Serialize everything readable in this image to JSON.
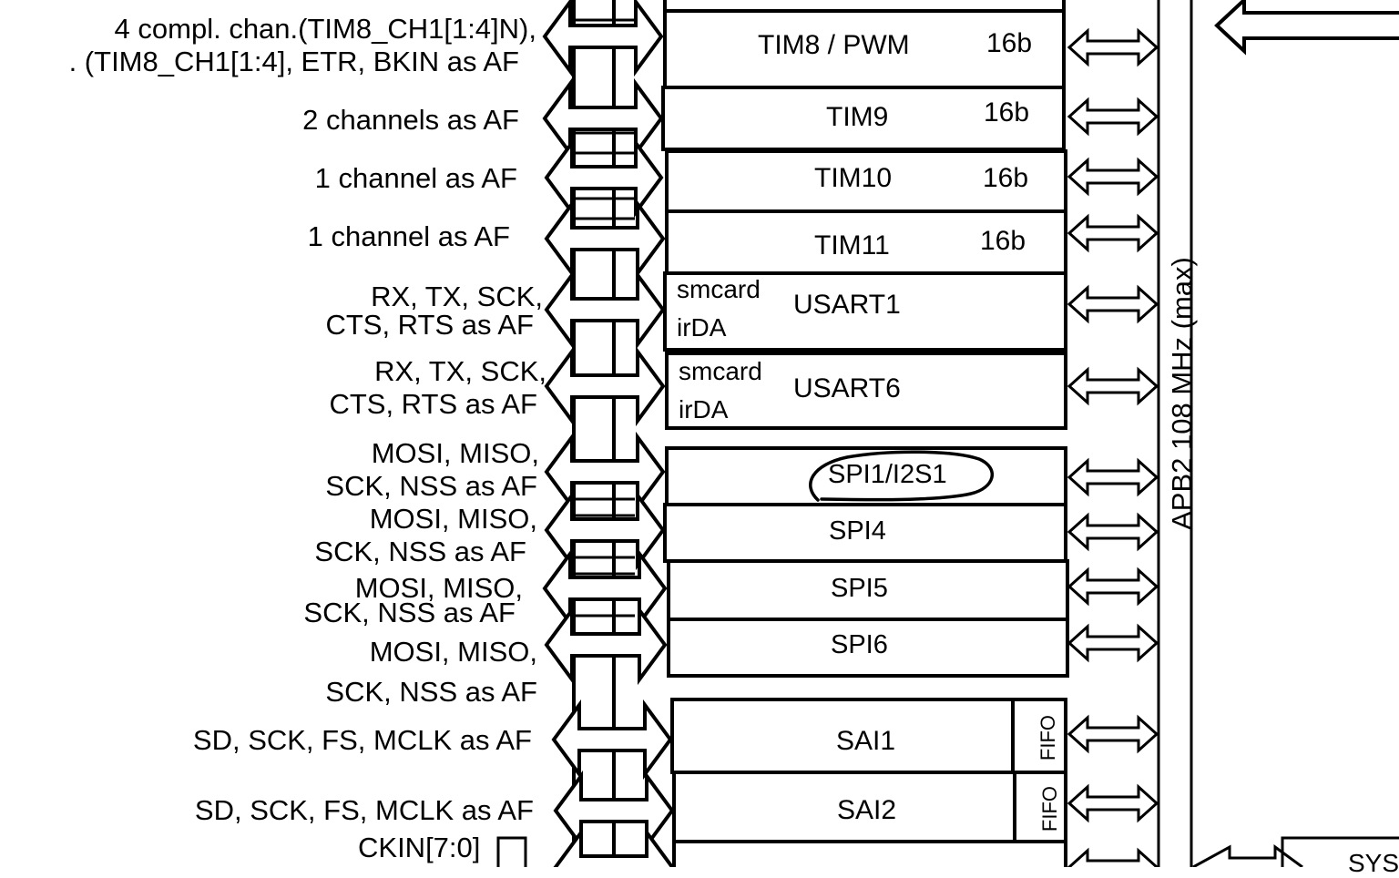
{
  "pin_labels": [
    {
      "lines": [
        "4 compl. chan.(TIM8_CH1[1:4]N),",
        ". (TIM8_CH1[1:4], ETR, BKIN as AF"
      ]
    },
    {
      "lines": [
        "2 channels as AF"
      ]
    },
    {
      "lines": [
        "1 channel  as AF"
      ]
    },
    {
      "lines": [
        "1 channel  as AF"
      ]
    },
    {
      "lines": [
        "RX, TX, SCK,",
        "CTS, RTS as AF"
      ]
    },
    {
      "lines": [
        "RX, TX, SCK,",
        "CTS, RTS as AF"
      ]
    },
    {
      "lines": [
        "MOSI, MISO,",
        "SCK, NSS as AF"
      ]
    },
    {
      "lines": [
        "MOSI, MISO,",
        "SCK, NSS as AF"
      ]
    },
    {
      "lines": [
        "MOSI, MISO,",
        "SCK, NSS as AF"
      ]
    },
    {
      "lines": [
        "MOSI, MISO,",
        "SCK, NSS as AF"
      ]
    },
    {
      "lines": [
        "SD, SCK, FS, MCLK as AF"
      ]
    },
    {
      "lines": [
        "SD, SCK, FS, MCLK as AF"
      ]
    }
  ],
  "peripherals": [
    {
      "name": "TIM8 / PWM",
      "width": "16b"
    },
    {
      "name": "TIM9",
      "width": "16b"
    },
    {
      "name": "TIM10",
      "width": "16b"
    },
    {
      "name": "TIM11",
      "width": "16b"
    },
    {
      "name": "USART1",
      "sub": [
        "smcard",
        "irDA"
      ]
    },
    {
      "name": "USART6",
      "sub": [
        "smcard",
        "irDA"
      ]
    },
    {
      "name": "SPI1/I2S1",
      "circled": true
    },
    {
      "name": "SPI4"
    },
    {
      "name": "SPI5"
    },
    {
      "name": "SPI6"
    },
    {
      "name": "SAI1",
      "fifo": "FIFO"
    },
    {
      "name": "SAI2",
      "fifo": "FIFO"
    }
  ],
  "bus_label": "APB2   108 MHz (max)",
  "ckin_label": "CKIN[7:0]",
  "corner_label": "SYS"
}
